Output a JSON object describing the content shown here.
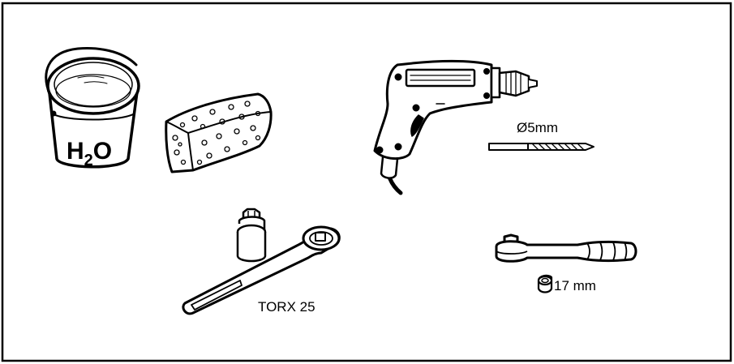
{
  "labels": {
    "water_main": "H",
    "water_sub": "2",
    "water_end": "O",
    "drill_bit_size": "Ø5mm",
    "torx_size": "TORX 25",
    "socket_size": "17 mm"
  },
  "icons": [
    "bucket-icon",
    "sponge-icon",
    "electric-drill-icon",
    "drill-bit-icon",
    "torx-bit-socket-icon",
    "ratchet-wrench-icon",
    "ratchet-handle-icon",
    "socket-icon"
  ],
  "colors": {
    "ink": "#000000",
    "background": "#ffffff"
  }
}
